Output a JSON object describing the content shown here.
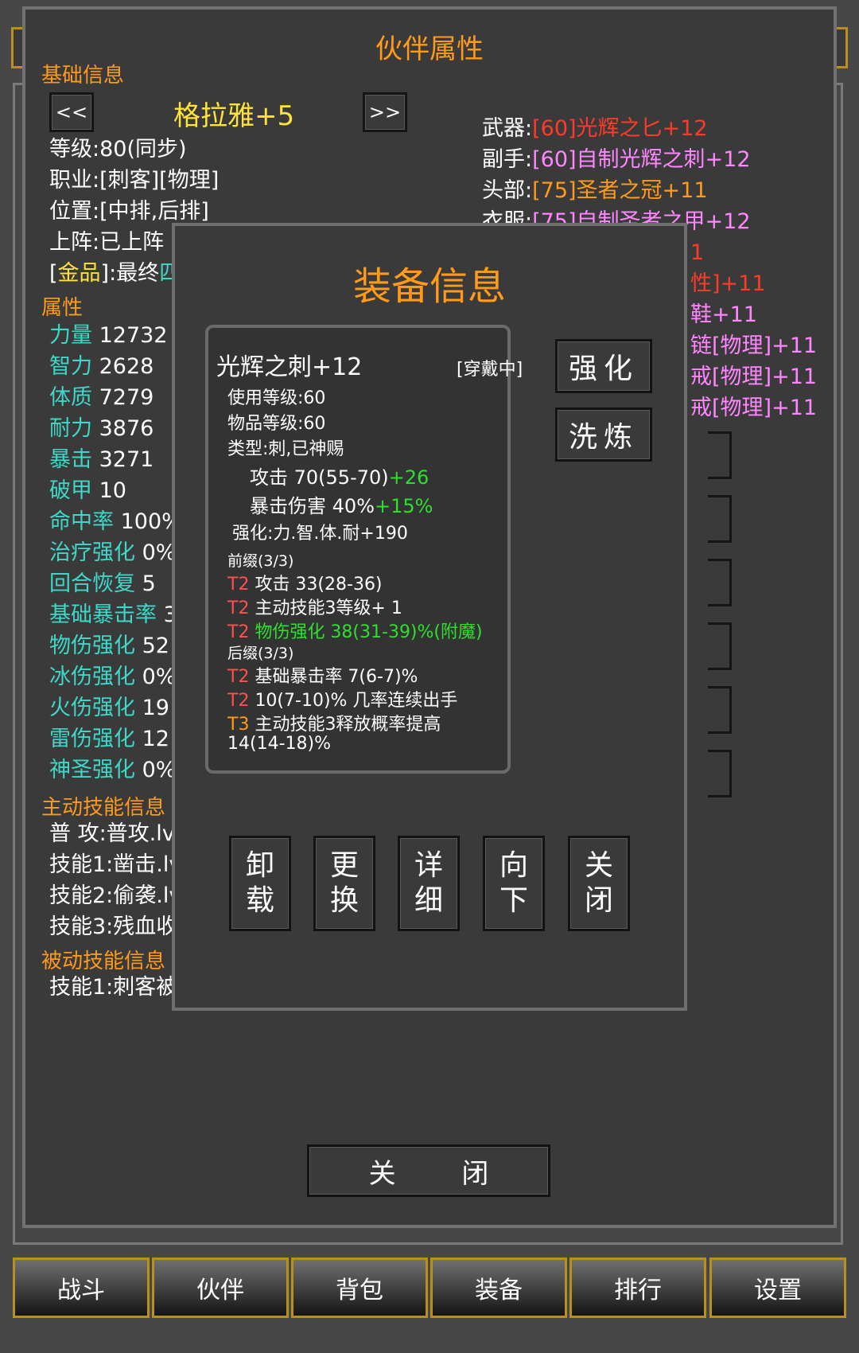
{
  "panel": {
    "title": "伙伴属性",
    "basic_info_label": "基础信息",
    "prev_label": "<<",
    "next_label": ">>",
    "partner_name": "格拉雅+5",
    "level": "等级:80(同步)",
    "job": "职业:[刺客][物理]",
    "position": "位置:[中排,后排]",
    "deploy": "上阵:已上阵",
    "talent_prefix": "[",
    "talent_name": "金品",
    "talent_mid": "]:最终",
    "talent_rest": "四",
    "attributes_label": "属性",
    "attributes": [
      {
        "name": "力量",
        "value": "12732"
      },
      {
        "name": "智力",
        "value": "2628"
      },
      {
        "name": "体质",
        "value": "7279"
      },
      {
        "name": "耐力",
        "value": "3876"
      },
      {
        "name": "暴击",
        "value": "3271"
      },
      {
        "name": "破甲",
        "value": "10"
      },
      {
        "name": "命中率",
        "value": "100%"
      },
      {
        "name": "治疗强化",
        "value": "0%"
      },
      {
        "name": "回合恢复",
        "value": "5"
      },
      {
        "name": "基础暴击率",
        "value": "3"
      },
      {
        "name": "物伤强化",
        "value": "52"
      },
      {
        "name": "冰伤强化",
        "value": "0%"
      },
      {
        "name": "火伤强化",
        "value": "19"
      },
      {
        "name": "雷伤强化",
        "value": "12"
      },
      {
        "name": "神圣强化",
        "value": "0%"
      }
    ],
    "active_skills_label": "主动技能信息",
    "active_skills": [
      "普 攻:普攻.lv",
      "技能1:凿击.lv",
      "技能2:偷袭.lv",
      "技能3:残血收"
    ],
    "passive_skills_label": "被动技能信息",
    "passive_skills": [
      "技能1:刺客被"
    ],
    "equipment": [
      {
        "slot": "武器:",
        "item": "[60]光辉之匕+12"
      },
      {
        "slot": "副手:",
        "item": "[60]自制光辉之刺+12"
      },
      {
        "slot": "头部:",
        "item": "[75]圣者之冠+11"
      },
      {
        "slot": "衣服:",
        "item": "[75]自制圣者之甲+12"
      }
    ],
    "equipment_partial": [
      "1",
      "性]+11",
      "鞋+11",
      "链[物理]+11",
      "戒[物理]+11",
      "戒[物理]+11"
    ],
    "close_label": "关 闭"
  },
  "modal": {
    "title": "装备信息",
    "item_name": "光辉之刺+12",
    "worn_status": "[穿戴中]",
    "use_level": "使用等级:60",
    "item_level": "物品等级:60",
    "type": "类型:刺,已神赐",
    "attack_base": "攻击 70(55-70)",
    "attack_bonus": "+26",
    "crit_dmg_base": "暴击伤害 40%",
    "crit_dmg_bonus": "+15%",
    "enhance": "强化:力.智.体.耐+190",
    "prefix_label": "前缀(3/3)",
    "prefixes": [
      {
        "tier": "T2",
        "text": "攻击 33(28-36)"
      },
      {
        "tier": "T2",
        "text": "主动技能3等级+ 1"
      },
      {
        "tier": "T2",
        "text": "物伤强化 38(31-39)%(附魔)"
      }
    ],
    "suffix_label": "后缀(3/3)",
    "suffixes": [
      {
        "tier": "T2",
        "text": "基础暴击率 7(6-7)%"
      },
      {
        "tier": "T2",
        "text": "10(7-10)% 几率连续出手"
      },
      {
        "tier": "T3",
        "text": "主动技能3释放概率提高"
      }
    ],
    "suffix_wrap": "14(14-18)%",
    "enhance_button": "强化",
    "refine_button": "洗炼",
    "actions": [
      "卸载",
      "更换",
      "详细",
      "向下",
      "关闭"
    ]
  },
  "nav": [
    "战斗",
    "伙伴",
    "背包",
    "装备",
    "排行",
    "设置"
  ],
  "colors": {
    "title": "#ff9a1a",
    "attribute_name": "#3ed8c8",
    "item_pink": "#ff86ff",
    "item_red": "#ff3a2a",
    "bonus_green": "#2ee02e",
    "tier_red": "#ff5050",
    "tier_orange": "#ff9a1a",
    "nav_border": "#b98f1e"
  }
}
